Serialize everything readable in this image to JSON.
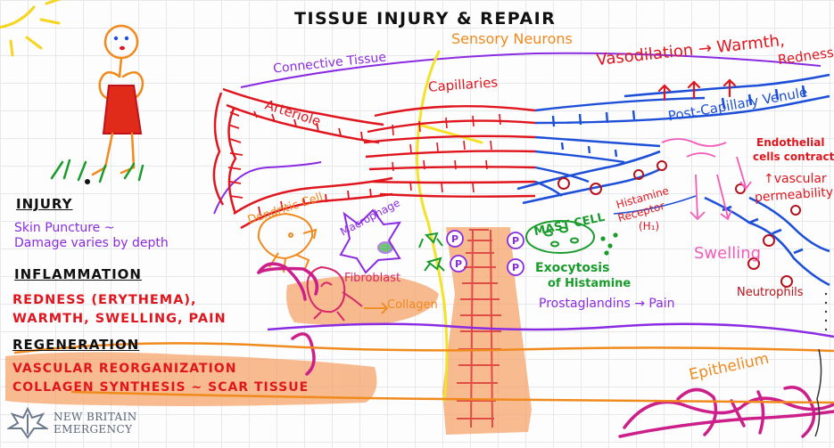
{
  "title": "TISSUE INJURY & REPAIR",
  "labels": {
    "sensory_neurons": "Sensory Neurons",
    "vasodilation": "Vasodilation → Warmth,",
    "redness": "Redness",
    "connective_tissue": "Connective Tissue",
    "capillaries": "Capillaries",
    "post_capillary_venule": "Post-Capillary Venule",
    "arteriole": "Arteriole",
    "endothelial_1": "Endothelial",
    "endothelial_2": "cells contract",
    "vascular_1": "↑vascular",
    "vascular_2": "permeability",
    "dendritic_cell": "Dendritic Cell",
    "macrophage": "Macrophage",
    "histamine_1": "Histamine",
    "histamine_2": "Receptor",
    "histamine_3": "(H₁)",
    "mast_cell": "MAST CELL",
    "swelling": "Swelling",
    "exocytosis_1": "Exocytosis",
    "exocytosis_2": "of Histamine",
    "fibroblast": "Fibroblast",
    "collagen": "Collagen",
    "prostaglandins": "Prostaglandins → Pain",
    "neutrophils": "Neutrophils",
    "epithelium": "Epithelium",
    "p_marker": "P"
  },
  "sections": {
    "injury_head": "INJURY",
    "injury_1": "Skin Puncture ~",
    "injury_2": "Damage varies by depth",
    "inflammation_head": "INFLAMMATION",
    "inflammation_1": "REDNESS (ERYTHEMA),",
    "inflammation_2": "WARMTH, SWELLING, PAIN",
    "regeneration_head": "REGENERATION",
    "regeneration_1": "VASCULAR REORGANIZATION",
    "regeneration_2": "COLLAGEN SYNTHESIS ~ SCAR TISSUE"
  },
  "logo": {
    "line1": "NEW BRITAIN",
    "line2": "EMERGENCY"
  },
  "colors": {
    "artery": "#e0161e",
    "vein": "#1d4fd8",
    "nerve": "#f3e12a",
    "connective": "#8a2be2",
    "highlight": "#f6a36a",
    "annotation": "#cc1f8a",
    "mast": "#199c2b",
    "swelling": "#f25cb8",
    "sun": "#f7d51c"
  }
}
